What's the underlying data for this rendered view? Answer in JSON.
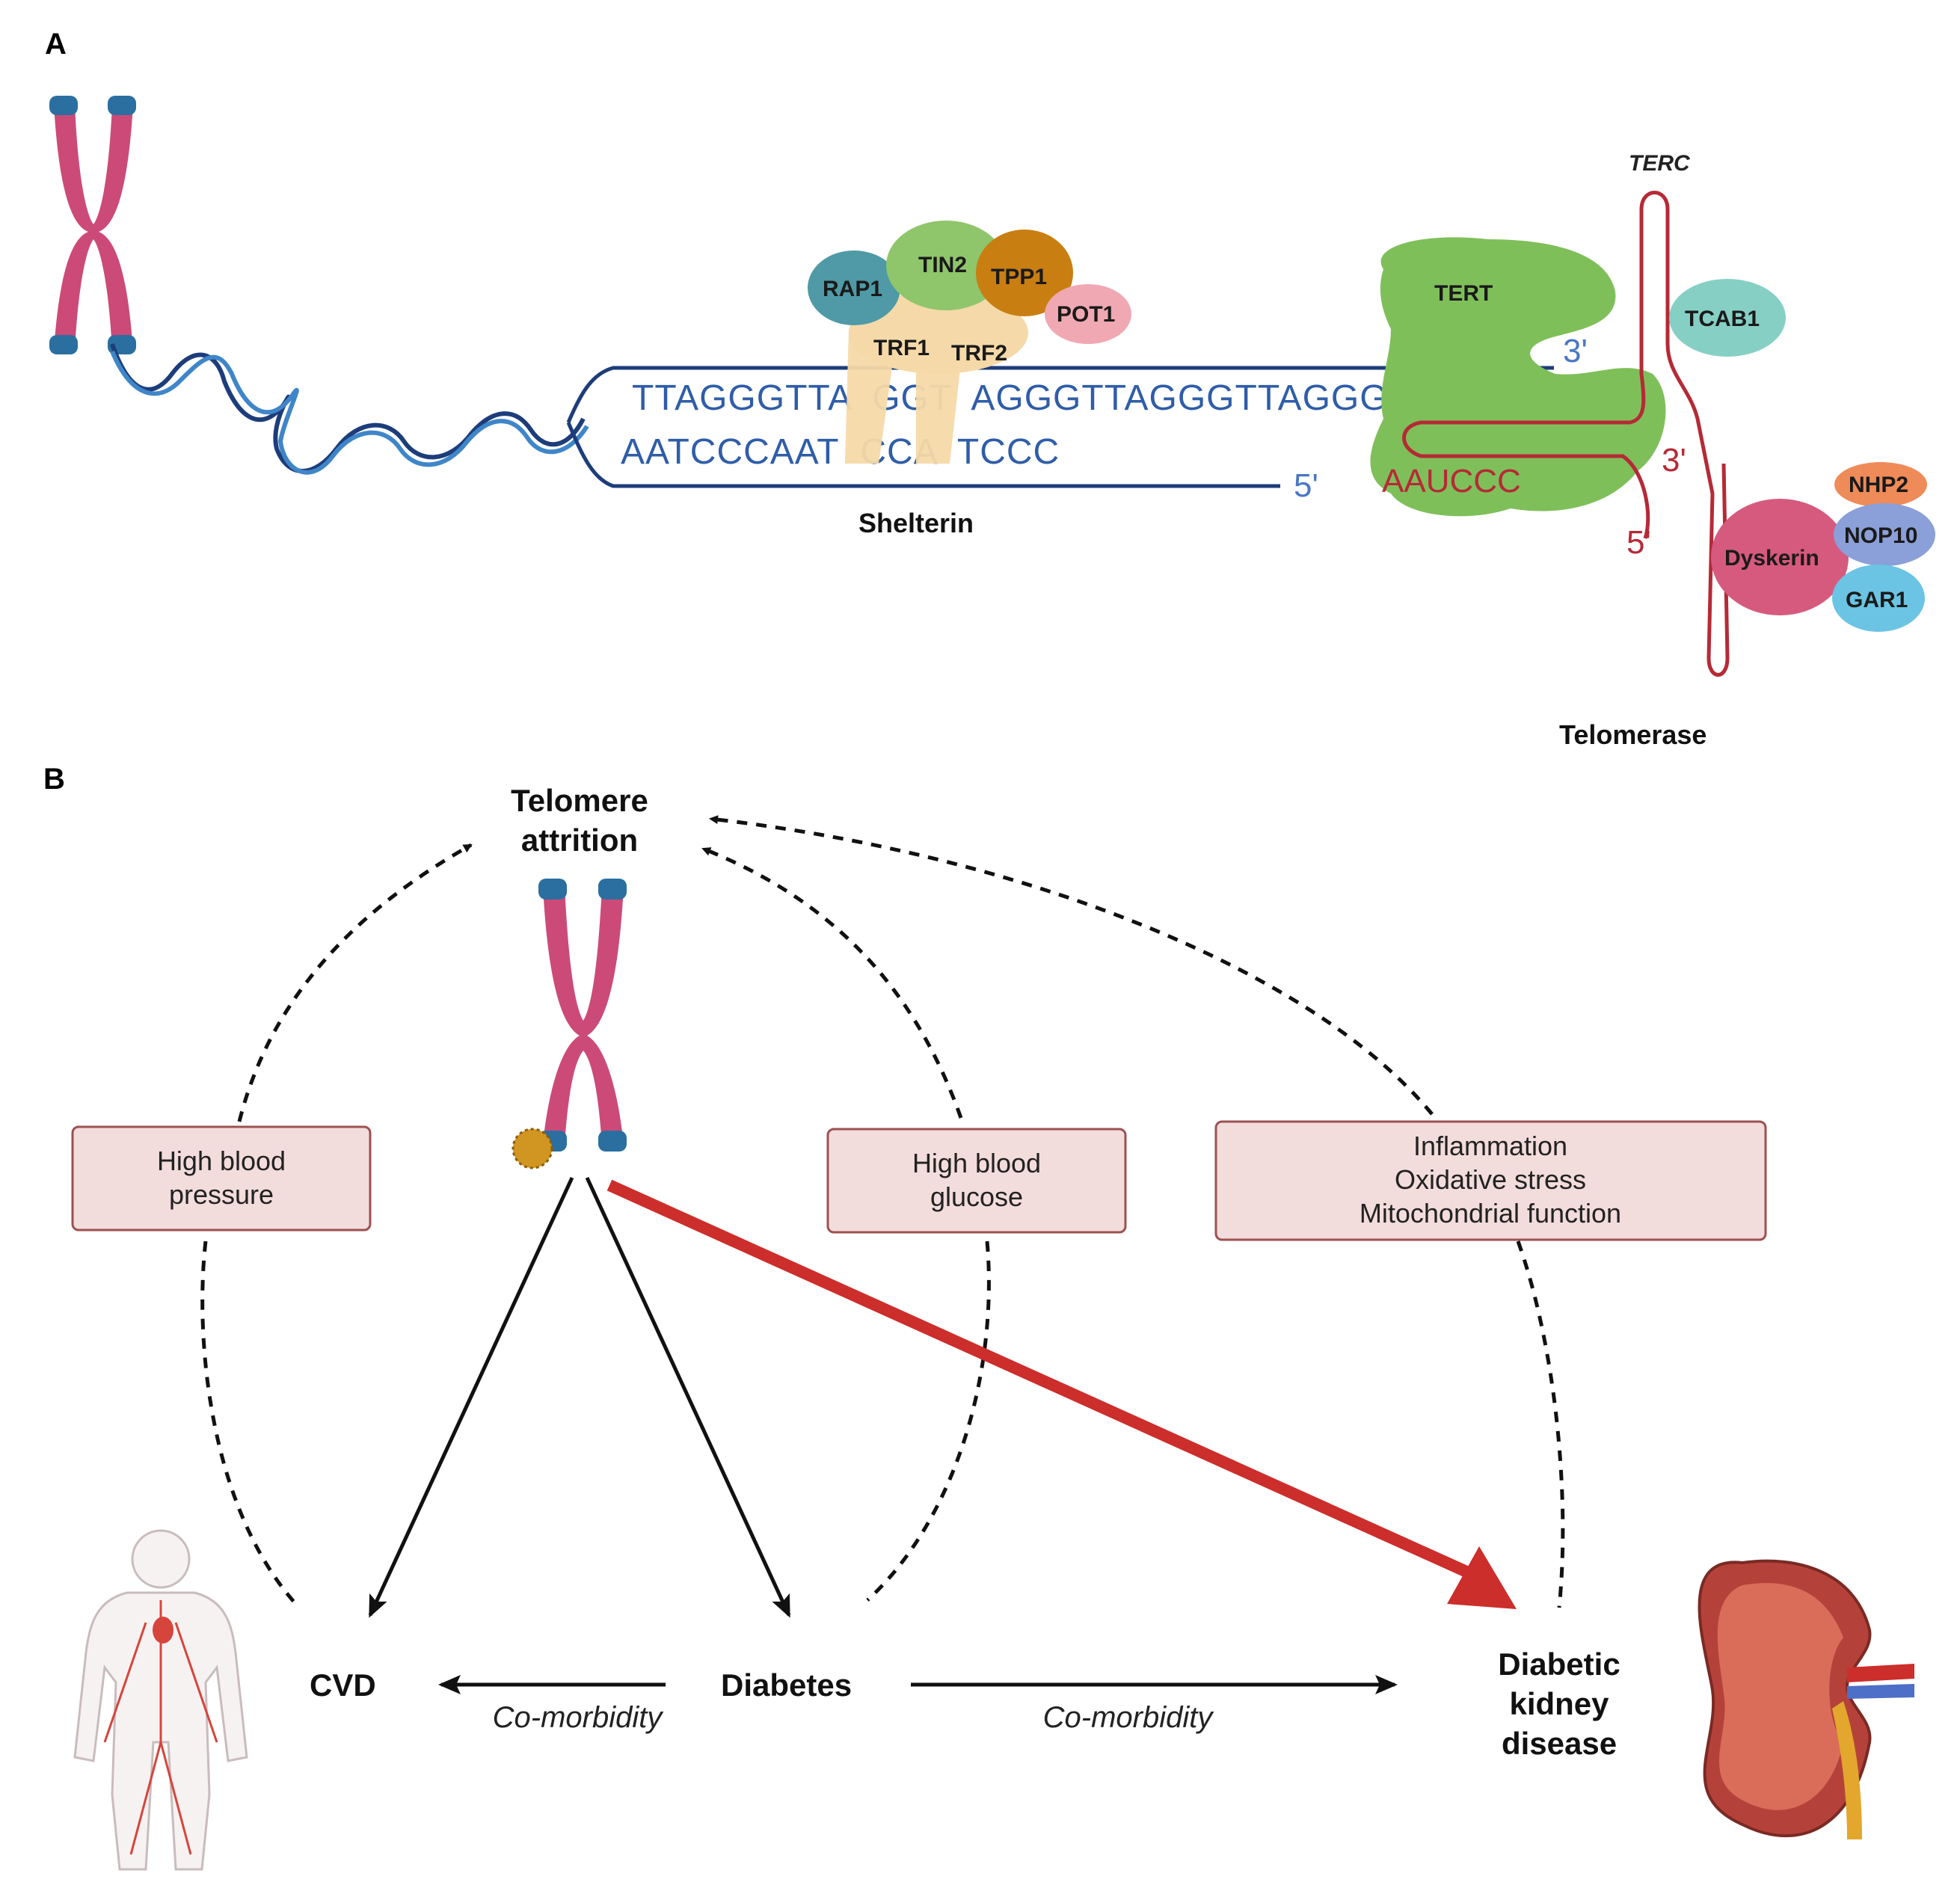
{
  "panel_a": {
    "letter": "A",
    "top_strand": "TTAGGGTTA  GGT  AGGGTTAGGGTTAGGGTTAGGG",
    "bottom_strand": "AATCCCAAT  CCA  TCCC",
    "three_prime": "3'",
    "five_prime": "5'",
    "rna_template": "AAUCCC",
    "terc_three_prime": "3'",
    "terc_five_prime": "5'",
    "shelterin_label": "Shelterin",
    "telomerase_label": "Telomerase",
    "terc_label": "TERC",
    "proteins": {
      "rap1": "RAP1",
      "tin2": "TIN2",
      "tpp1": "TPP1",
      "pot1": "POT1",
      "trf1": "TRF1",
      "trf2": "TRF2",
      "tert": "TERT",
      "tcab1": "TCAB1",
      "nhp2": "NHP2",
      "nop10": "NOP10",
      "dyskerin": "Dyskerin",
      "gar1": "GAR1"
    }
  },
  "panel_b": {
    "letter": "B",
    "telomere_attrition": [
      "Telomere",
      "attrition"
    ],
    "box_bp": [
      "High blood",
      "pressure"
    ],
    "box_glucose": [
      "High blood",
      "glucose"
    ],
    "box_inflammation": [
      "Inflammation",
      "Oxidative stress",
      "Mitochondrial function"
    ],
    "cvd": "CVD",
    "diabetes": "Diabetes",
    "dkd": [
      "Diabetic",
      "kidney",
      "disease"
    ],
    "comorbidity_left": "Co-morbidity",
    "comorbidity_right": "Co-morbidity"
  },
  "colors": {
    "chromosome": "#cc4a78",
    "telomere_cap": "#2a6fa0",
    "dna_blue": "#1d3d7a",
    "rna_red": "#b52a36",
    "box_fill": "#f3dcdc",
    "box_stroke": "#9c5151",
    "red_arrow": "#cc2e2b"
  }
}
